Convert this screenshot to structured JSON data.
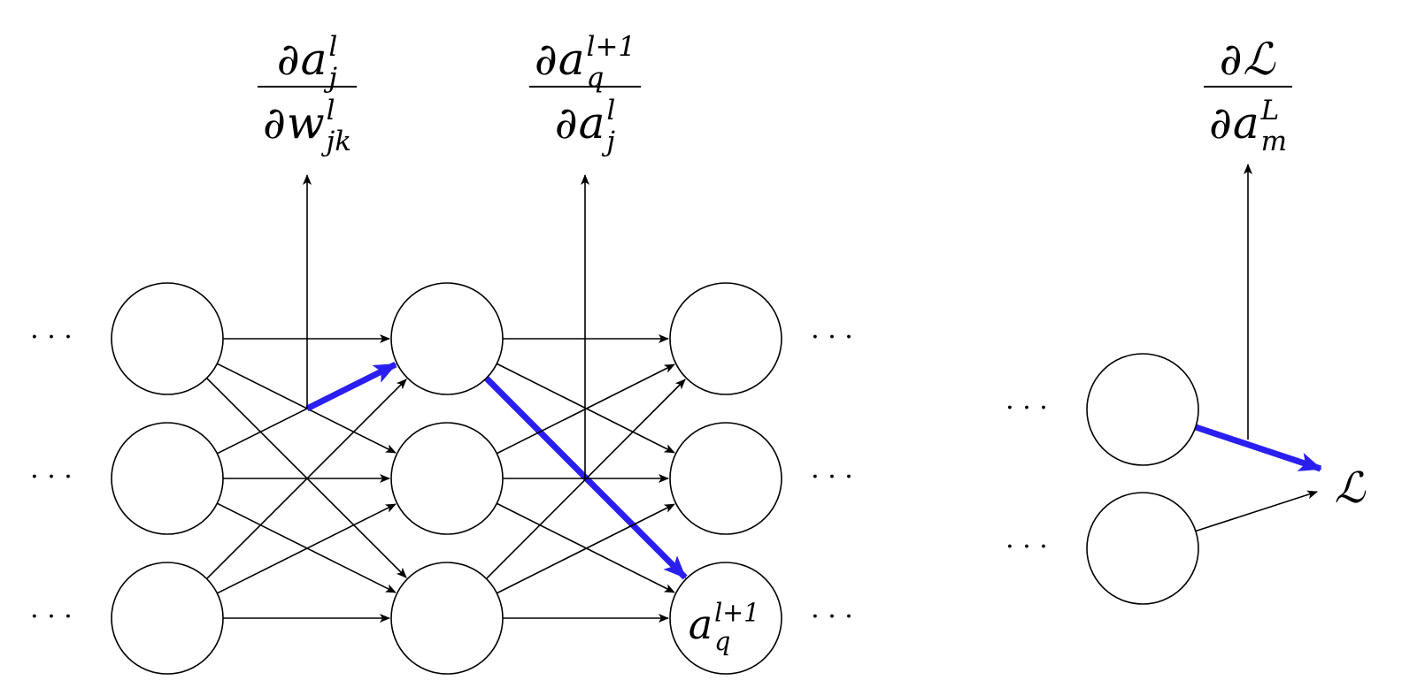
{
  "colors": {
    "highlight": "#2a1ff0",
    "line": "#000000",
    "node_fill": "#ffffff"
  },
  "ellipsis": "· · ·",
  "labels": {
    "dw": {
      "num": {
        "d": "∂",
        "v": "a",
        "sup": "l",
        "sub": "j"
      },
      "den": {
        "d": "∂",
        "v": "w",
        "sup": "l",
        "sub": "jk"
      }
    },
    "da": {
      "num": {
        "d": "∂",
        "v": "a",
        "sup": "l+1",
        "sub": "q"
      },
      "den": {
        "d": "∂",
        "v": "a",
        "sup": "l",
        "sub": "j"
      }
    },
    "dL": {
      "num": {
        "d": "∂",
        "v": "ℒ",
        "sup": "",
        "sub": ""
      },
      "den": {
        "d": "∂",
        "v": "a",
        "sup": "L",
        "sub": "m"
      }
    },
    "node_label": {
      "v": "a",
      "sup": "l+1",
      "sub": "q"
    },
    "loss": "ℒ"
  }
}
